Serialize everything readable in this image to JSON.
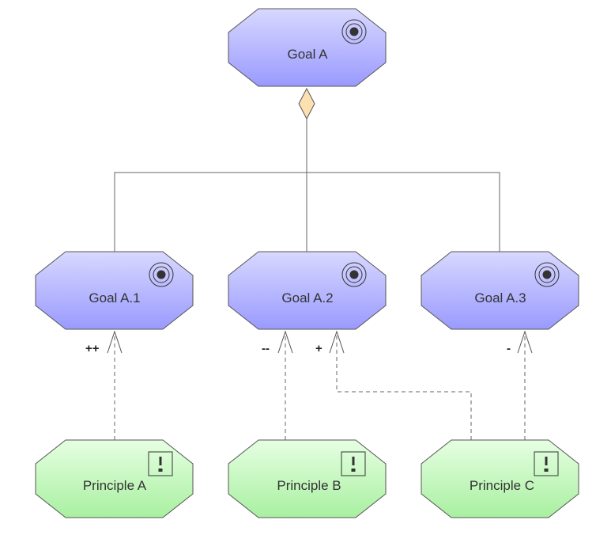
{
  "colors": {
    "goal_top": "#d8d8ff",
    "goal_bottom": "#9a9aff",
    "principle_top": "#e6ffe2",
    "principle_bottom": "#a8f0a0",
    "shape_border": "#555555",
    "aggregation_diamond": "#fce0b0",
    "line": "#666666",
    "background": "#ffffff"
  },
  "nodes": {
    "goal_a": {
      "label": "Goal A",
      "kind": "goal",
      "icon": "goal-target-icon"
    },
    "goal_a1": {
      "label": "Goal A.1",
      "kind": "goal",
      "icon": "goal-target-icon"
    },
    "goal_a2": {
      "label": "Goal A.2",
      "kind": "goal",
      "icon": "goal-target-icon"
    },
    "goal_a3": {
      "label": "Goal A.3",
      "kind": "goal",
      "icon": "goal-target-icon"
    },
    "principle_a": {
      "label": "Principle A",
      "kind": "principle",
      "icon": "principle-exclamation-icon"
    },
    "principle_b": {
      "label": "Principle B",
      "kind": "principle",
      "icon": "principle-exclamation-icon"
    },
    "principle_c": {
      "label": "Principle C",
      "kind": "principle",
      "icon": "principle-exclamation-icon"
    }
  },
  "edges": [
    {
      "type": "aggregation",
      "from": "goal_a",
      "to": "goal_a1"
    },
    {
      "type": "aggregation",
      "from": "goal_a",
      "to": "goal_a2"
    },
    {
      "type": "aggregation",
      "from": "goal_a",
      "to": "goal_a3"
    },
    {
      "type": "influence",
      "from": "principle_a",
      "to": "goal_a1",
      "sign": "++"
    },
    {
      "type": "influence",
      "from": "principle_b",
      "to": "goal_a2",
      "sign": "--"
    },
    {
      "type": "influence",
      "from": "principle_c",
      "to": "goal_a2",
      "sign": "+"
    },
    {
      "type": "influence",
      "from": "principle_c",
      "to": "goal_a3",
      "sign": "-"
    }
  ]
}
